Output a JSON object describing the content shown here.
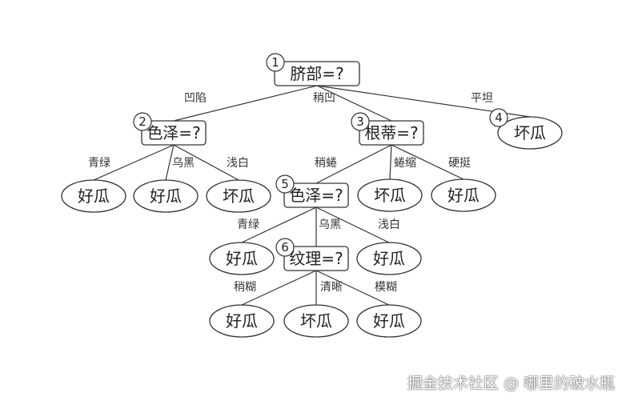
{
  "tree": {
    "nodes": [
      {
        "id": "n1",
        "shape": "rect",
        "label": "脐部=?",
        "number": "1"
      },
      {
        "id": "n2",
        "shape": "rect",
        "label": "色泽=?",
        "number": "2"
      },
      {
        "id": "n3",
        "shape": "rect",
        "label": "根蒂=?",
        "number": "3"
      },
      {
        "id": "n4",
        "shape": "ellipse",
        "label": "坏瓜",
        "number": "4"
      },
      {
        "id": "n5",
        "shape": "rect",
        "label": "色泽=?",
        "number": "5"
      },
      {
        "id": "n6",
        "shape": "rect",
        "label": "纹理=?",
        "number": "6"
      },
      {
        "id": "l1",
        "shape": "ellipse",
        "label": "好瓜"
      },
      {
        "id": "l2",
        "shape": "ellipse",
        "label": "好瓜"
      },
      {
        "id": "l3",
        "shape": "ellipse",
        "label": "坏瓜"
      },
      {
        "id": "l4",
        "shape": "ellipse",
        "label": "坏瓜"
      },
      {
        "id": "l5",
        "shape": "ellipse",
        "label": "好瓜"
      },
      {
        "id": "l6",
        "shape": "ellipse",
        "label": "好瓜"
      },
      {
        "id": "l7",
        "shape": "ellipse",
        "label": "好瓜"
      },
      {
        "id": "l8",
        "shape": "ellipse",
        "label": "好瓜"
      },
      {
        "id": "l9",
        "shape": "ellipse",
        "label": "坏瓜"
      },
      {
        "id": "l10",
        "shape": "ellipse",
        "label": "好瓜"
      }
    ],
    "edges": [
      {
        "from": "n1",
        "to": "n2",
        "label": "凹陷"
      },
      {
        "from": "n1",
        "to": "n3",
        "label": "稍凹"
      },
      {
        "from": "n1",
        "to": "n4",
        "label": "平坦"
      },
      {
        "from": "n2",
        "to": "l1",
        "label": "青绿"
      },
      {
        "from": "n2",
        "to": "l2",
        "label": "乌黑"
      },
      {
        "from": "n2",
        "to": "l3",
        "label": "浅白"
      },
      {
        "from": "n3",
        "to": "n5",
        "label": "稍蜷"
      },
      {
        "from": "n3",
        "to": "l4",
        "label": "蜷缩"
      },
      {
        "from": "n3",
        "to": "l5",
        "label": "硬挺"
      },
      {
        "from": "n5",
        "to": "l6",
        "label": "青绿"
      },
      {
        "from": "n5",
        "to": "n6",
        "label": "乌黑"
      },
      {
        "from": "n5",
        "to": "l7",
        "label": "浅白"
      },
      {
        "from": "n6",
        "to": "l8",
        "label": "稍糊"
      },
      {
        "from": "n6",
        "to": "l9",
        "label": "清晰"
      },
      {
        "from": "n6",
        "to": "l10",
        "label": "模糊"
      }
    ]
  },
  "watermark": "掘金技术社区 @ 哪里的破水瓶",
  "colors": {
    "stroke": "#333333",
    "background": "#ffffff"
  }
}
